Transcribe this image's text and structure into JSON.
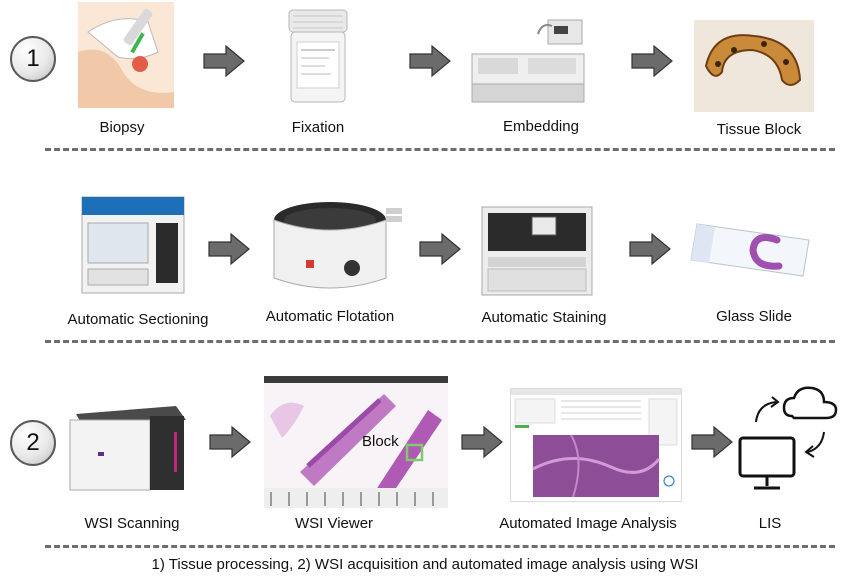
{
  "stages": [
    "1",
    "2"
  ],
  "row1": {
    "steps": [
      "Biopsy",
      "Fixation",
      "Embedding",
      "Tissue Block"
    ]
  },
  "row2": {
    "steps": [
      "Automatic Sectioning",
      "Automatic Flotation",
      "Automatic Staining",
      "Glass Slide"
    ]
  },
  "row3": {
    "steps": [
      "WSI Scanning",
      "WSI Viewer",
      "Automated Image Analysis",
      "LIS"
    ]
  },
  "viewer_annotation": "Block",
  "caption": "1) Tissue processing, 2) WSI acquisition and automated image analysis using WSI",
  "icons": [
    "arrow-right-icon",
    "monitor-icon",
    "cloud-icon",
    "cycle-arrows-icon"
  ],
  "colors": {
    "arrow": "#6b6b6b",
    "dash": "#6e6e6e",
    "stain": "#a04fb0",
    "highlight": "#7ecb6a"
  }
}
